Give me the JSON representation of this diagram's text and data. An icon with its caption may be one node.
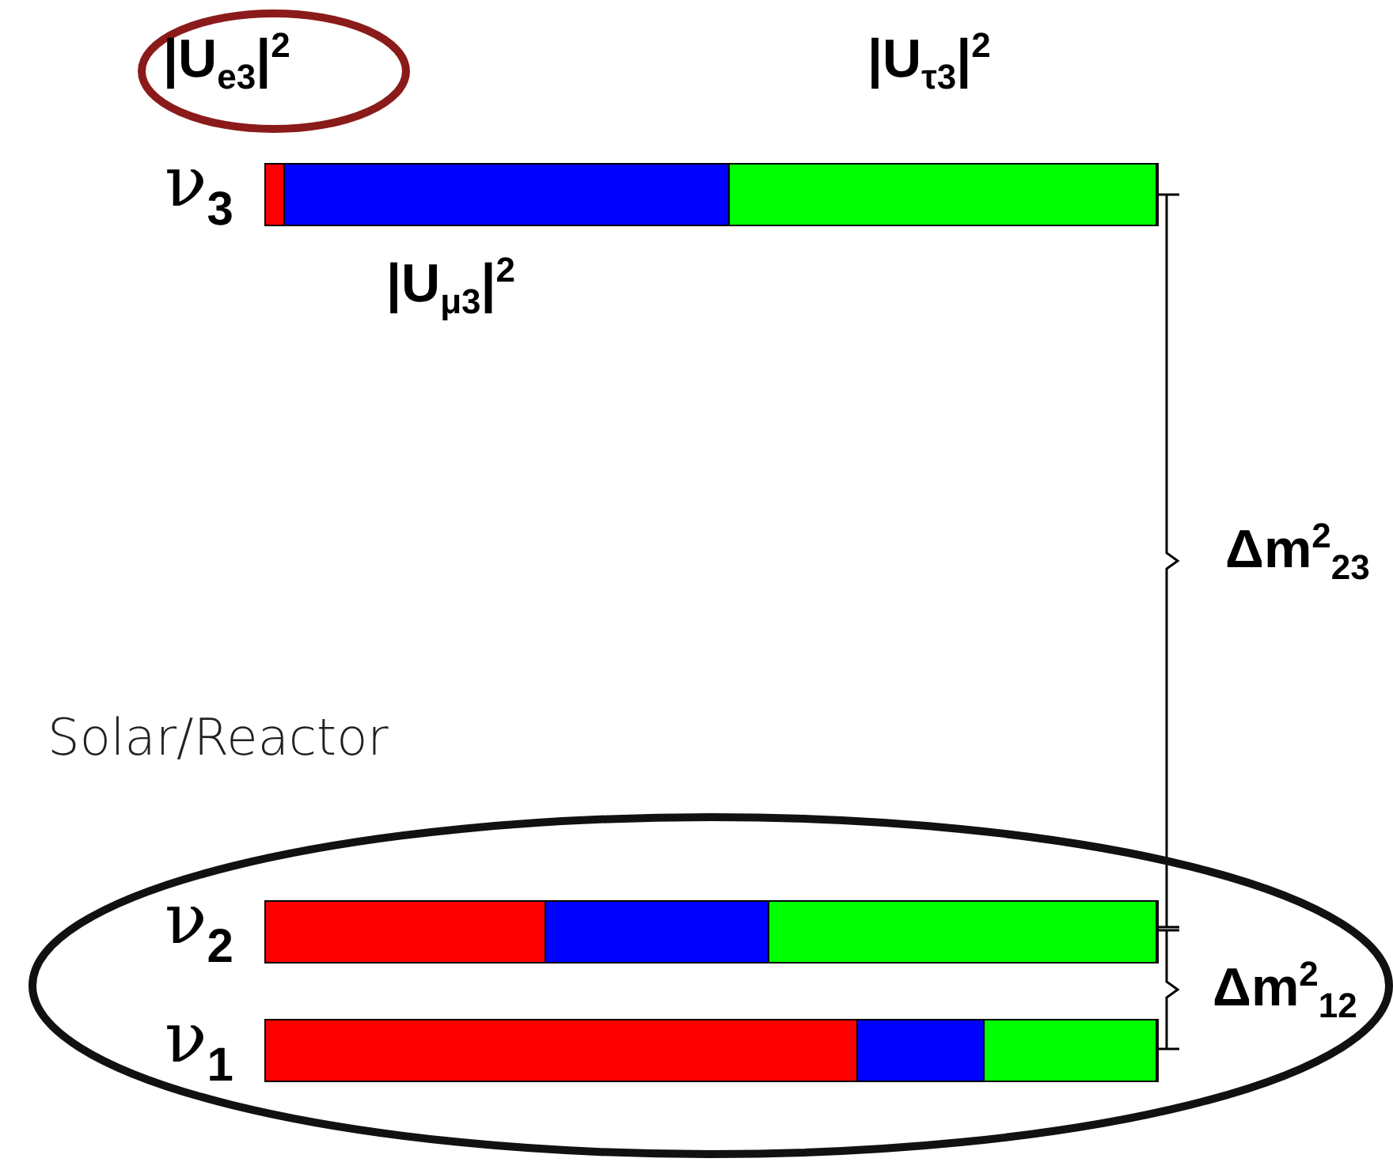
{
  "diagram": {
    "nodes": [
      {
        "text": [
          "|U$_{e3}$|$^{2}$"
        ]
      },
      {
        "text": [],
        "shape": "bar",
        "beside": [
          "ν$_{3}$"
        ]
      },
      {
        "text": [],
        "shape": "ellipse"
      },
      {
        "text": [],
        "shape": "bar",
        "beside": [
          "ν$_{2}$"
        ],
        "in": 2
      },
      {
        "text": [],
        "shape": "bar",
        "beside": [
          "ν$_{1}$"
        ],
        "in": 2
      }
    ],
    "edges": [],
    "labels": [
      "|U$_{τ3}$|$^{2}$",
      "|U$_{μ3}$|$^{2}$",
      "Δm$^{2}$$_{23}$",
      "Solar/Reactor",
      "Δm$^{2}$$_{12}$"
    ]
  }
}
